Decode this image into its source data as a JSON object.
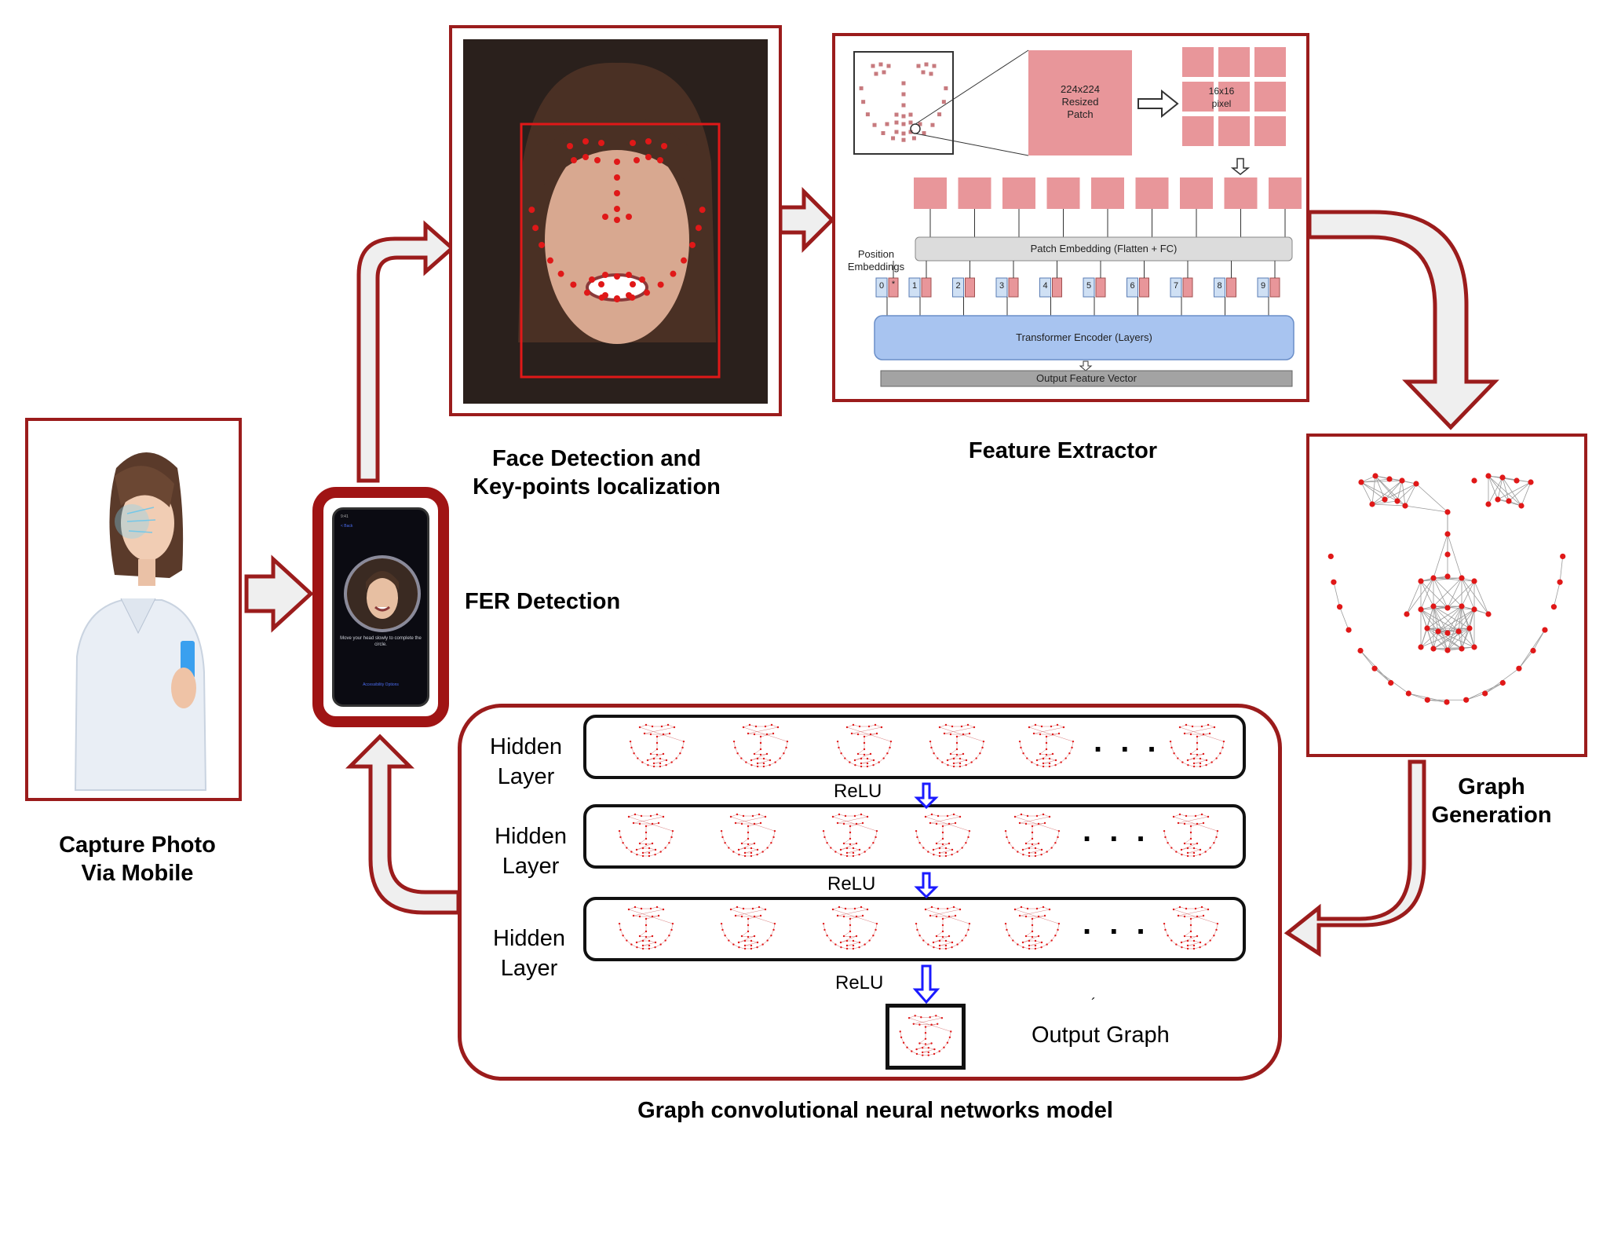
{
  "captions": {
    "capture": "Capture Photo\nVia Mobile",
    "fer": "FER Detection",
    "face_detection": "Face Detection and\nKey-points localization",
    "feature_extractor": "Feature Extractor",
    "graph_generation": "Graph\nGeneration",
    "gcn_model": "Graph convolutional neural networks model"
  },
  "phone": {
    "instruction": "Move your head slowly to complete the circle.",
    "link": "Accessibility Options"
  },
  "feature_extractor": {
    "resized_patch": "224x224\nResized\nPatch",
    "pixel_grid": "16x16\npixel",
    "patch_embedding": "Patch Embedding (Flatten + FC)",
    "position_embeddings": "Position\nEmbeddings",
    "position_ids": [
      "0",
      "1",
      "2",
      "3",
      "4",
      "5",
      "6",
      "7",
      "8",
      "9"
    ],
    "cls_marker": "*",
    "transformer": "Transformer Encoder (Layers)",
    "output_vector": "Output Feature Vector"
  },
  "gcn": {
    "hidden_layer_label": "Hidden\nLayer",
    "relu_label": "ReLU",
    "ellipsis": ". . .",
    "output_graph": "Output Graph",
    "stray_mark": "´"
  },
  "colors": {
    "panel_border": "#9b1c1c",
    "arrow_fill": "#efefef",
    "landmark": "#e01818",
    "patch": "#e8969a",
    "embedding_bar": "#dcdcdc",
    "transformer": "#a8c4f0",
    "output_bar": "#a3a3a3",
    "relu_arrow": "#1a1aff"
  }
}
